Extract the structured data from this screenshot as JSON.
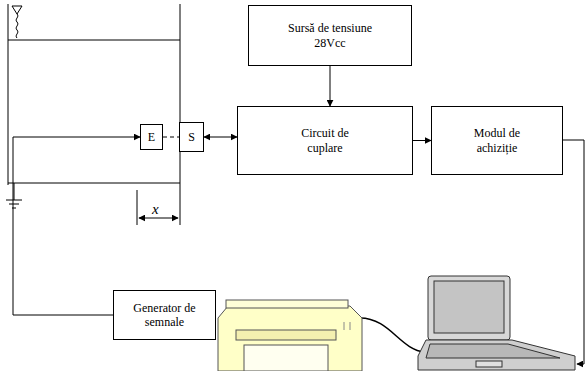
{
  "diagram": {
    "nodes": [
      {
        "text": [
          "Sursă de tensiune 28Vcc"
        ]
      },
      {
        "text": [
          "Circuit de cuplare"
        ]
      },
      {
        "text": [
          "Modul de achiziție"
        ]
      },
      {
        "text": [
          "Generator de semnale"
        ]
      },
      {
        "text": [
          "E"
        ]
      },
      {
        "text": [
          "S"
        ]
      }
    ],
    "edges": [
      {
        "from": 0,
        "to": 1,
        "arrow": "to"
      },
      {
        "from": 5,
        "to": 1,
        "arrow": "both"
      },
      {
        "from": 1,
        "to": 2,
        "arrow": "to"
      },
      {
        "from": 3,
        "to": 4,
        "arrow": "to"
      },
      {
        "from": 4,
        "to": 5,
        "arrow": "none"
      }
    ],
    "labels": [
      "x"
    ]
  }
}
